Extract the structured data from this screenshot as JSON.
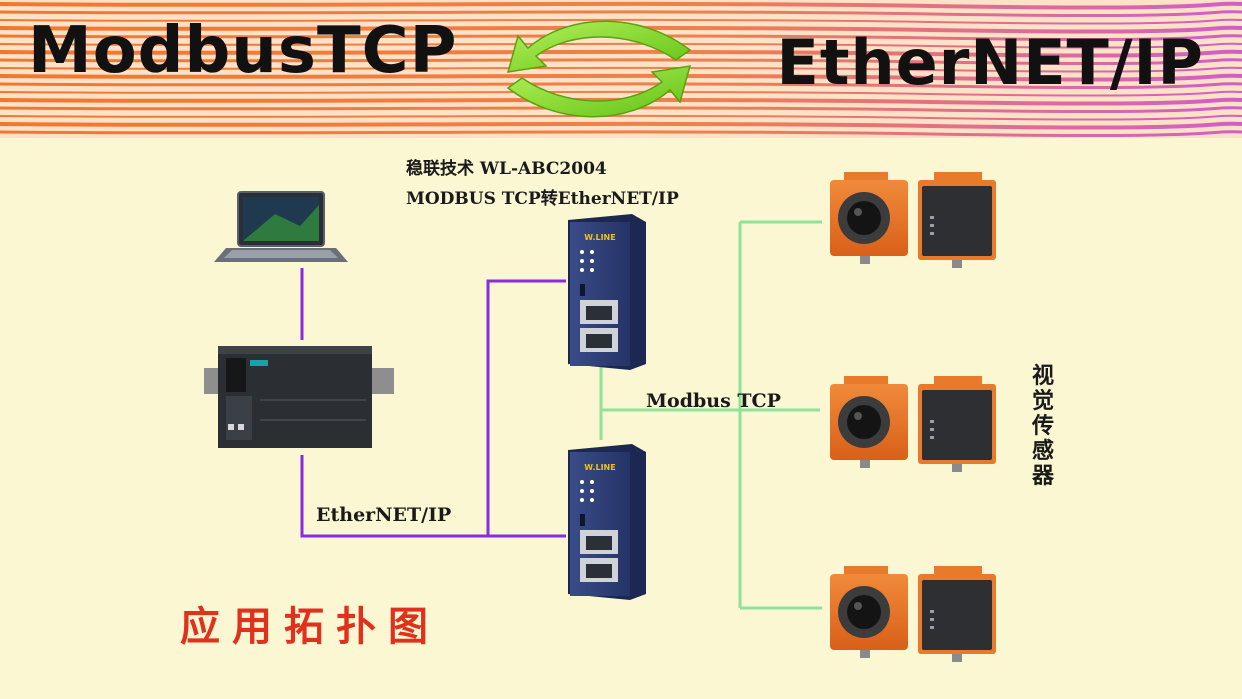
{
  "banner": {
    "left_protocol": "ModbusTCP",
    "right_protocol": "EtherNET/IP",
    "exchange_icon": "two-way-arrows-icon"
  },
  "gateway": {
    "name": "稳联技术 WL-ABC2004",
    "description": "MODBUS TCP转EtherNET/IP",
    "brand": "W.LINE"
  },
  "links": {
    "modbus": "Modbus TCP",
    "ethernet": "EtherNET/IP"
  },
  "sensors_label": "视觉传感器",
  "topology_title": "应用拓扑图",
  "colors": {
    "ethernet_line": "#8a2be2",
    "modbus_line": "#8ee39a",
    "title_red": "#e0301e",
    "arrow_green": "#7ed321",
    "background": "#fbf7d2"
  }
}
